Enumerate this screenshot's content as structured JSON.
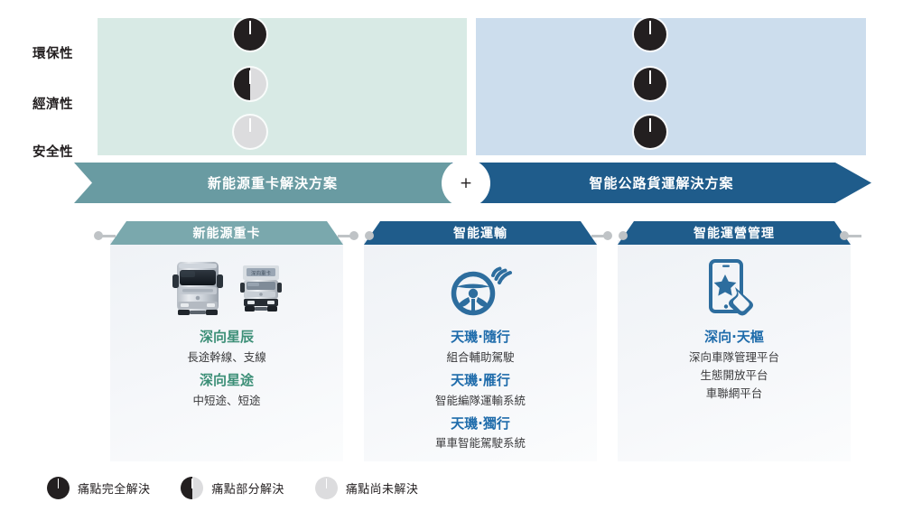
{
  "matrix": {
    "criteria": [
      "環保性",
      "經濟性",
      "安全性"
    ],
    "columns": [
      {
        "id": "new-energy-truck",
        "banner_label": "新能源重卡解決方案",
        "banner_color": "#699ba2",
        "panel_color": "#d8eae5",
        "ratings": [
          "full",
          "partial",
          "none"
        ]
      },
      {
        "id": "smart-road-freight",
        "banner_label": "智能公路貨運解決方案",
        "banner_color": "#1f5c8b",
        "panel_color": "#ccdded",
        "ratings": [
          "full",
          "full",
          "full"
        ]
      }
    ],
    "combiner_symbol": "+"
  },
  "cards": [
    {
      "header": "新能源重卡",
      "header_color": "#7aa8ad",
      "icon": "two-trucks-front-view-icon",
      "name_color": "#3c8f77",
      "products": [
        {
          "name": "深向星辰",
          "desc": "長途幹線、支線"
        },
        {
          "name": "深向星途",
          "desc": "中短途、短途"
        }
      ]
    },
    {
      "header": "智能運輸",
      "header_color": "#1f5c8b",
      "icon": "steering-wheel-signal-icon",
      "name_color": "#1f6cab",
      "products": [
        {
          "name": "天璣·隨行",
          "desc": "組合輔助駕駛"
        },
        {
          "name": "天璣·雁行",
          "desc": "智能編隊運輸系統"
        },
        {
          "name": "天璣·獨行",
          "desc": "單車智能駕駛系統"
        }
      ]
    },
    {
      "header": "智能運營管理",
      "header_color": "#1f5c8b",
      "icon": "smartphone-star-hand-icon",
      "name_color": "#1f6cab",
      "products": [
        {
          "name": "深向·天樞",
          "desc": "深向車隊管理平台",
          "desc2": "生態開放平台",
          "desc3": "車聯網平台"
        }
      ]
    }
  ],
  "legend": [
    {
      "state": "full",
      "label": "痛點完全解決",
      "color": "#231f20"
    },
    {
      "state": "partial",
      "label": "痛點部分解決",
      "color": "#231f20"
    },
    {
      "state": "none",
      "label": "痛點尚未解決",
      "color": "#dcdcde"
    }
  ]
}
